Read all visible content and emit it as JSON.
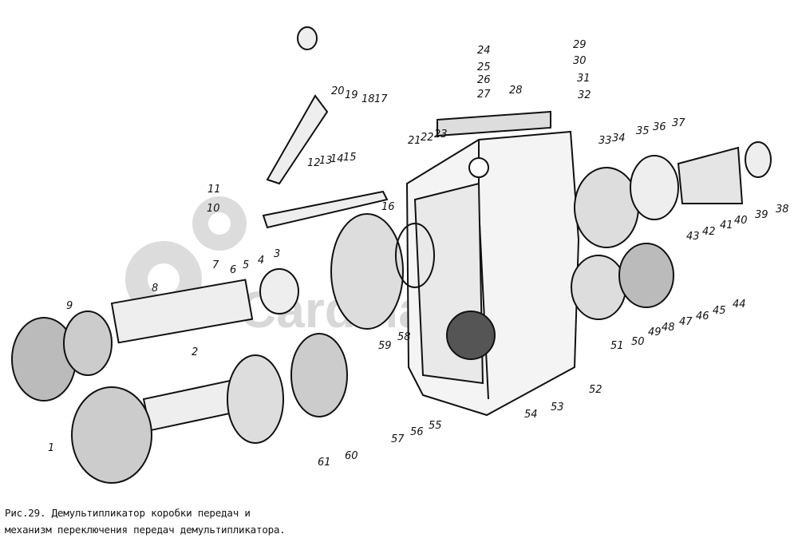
{
  "caption": {
    "line1": "Рис.29. Демультипликатор коробки передач и",
    "line2": "механизм переключения передач демультипликатора."
  },
  "watermark": {
    "text": "CardMash"
  },
  "colors": {
    "ink": "#111111",
    "watermark": "#d8d8d8",
    "background": "#ffffff"
  },
  "callouts": [
    "1",
    "2",
    "3",
    "4",
    "5",
    "6",
    "7",
    "8",
    "9",
    "10",
    "11",
    "12",
    "13",
    "14",
    "15",
    "16",
    "17",
    "18",
    "19",
    "20",
    "21",
    "22",
    "23",
    "24",
    "25",
    "26",
    "27",
    "28",
    "29",
    "30",
    "31",
    "32",
    "33",
    "34",
    "35",
    "36",
    "37",
    "38",
    "39",
    "40",
    "41",
    "42",
    "43",
    "44",
    "45",
    "46",
    "47",
    "48",
    "49",
    "50",
    "51",
    "52",
    "53",
    "54",
    "55",
    "56",
    "57",
    "58",
    "59",
    "60",
    "61"
  ]
}
